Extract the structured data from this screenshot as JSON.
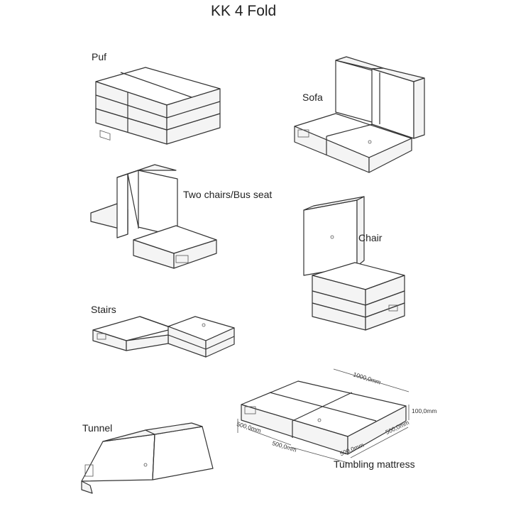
{
  "title": "KK 4 Fold",
  "labels": {
    "puf": "Puf",
    "sofa": "Sofa",
    "two_chairs": "Two chairs/Bus seat",
    "chair": "Chair",
    "stairs": "Stairs",
    "tunnel": "Tunnel",
    "tumbling": "Tumbling mattress"
  },
  "dimensions": {
    "length": "1000,0mm",
    "height": "100,0mm",
    "side_right": "500,0mm",
    "side_left": "500,0mm",
    "front_left": "500,0mm",
    "front_right": "500,0mm"
  }
}
